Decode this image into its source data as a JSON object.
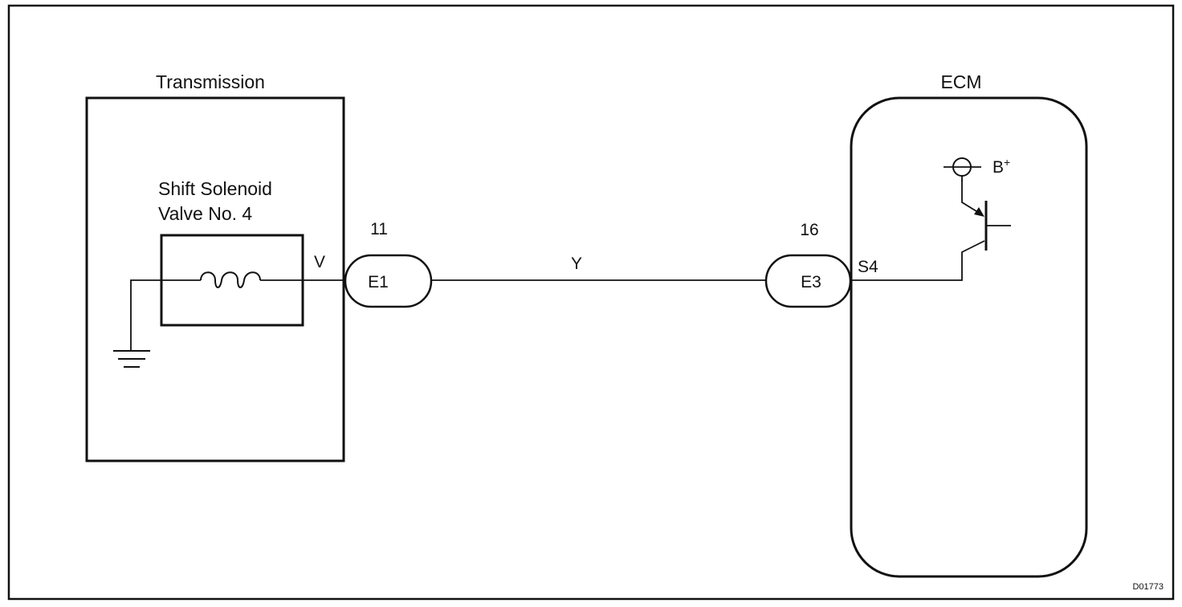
{
  "components": {
    "transmission": {
      "label": "Transmission"
    },
    "solenoid": {
      "label_line1": "Shift Solenoid",
      "label_line2": "Valve No. 4"
    },
    "ecm": {
      "label": "ECM"
    }
  },
  "connectors": {
    "e1": {
      "name": "E1",
      "pin": "11"
    },
    "e3": {
      "name": "E3",
      "pin": "16"
    }
  },
  "wires": {
    "solenoid_side": "V",
    "harness": "Y",
    "ecm_terminal": "S4"
  },
  "power": {
    "label_main": "B",
    "label_sup": "+"
  },
  "diagram_code": "D01773"
}
